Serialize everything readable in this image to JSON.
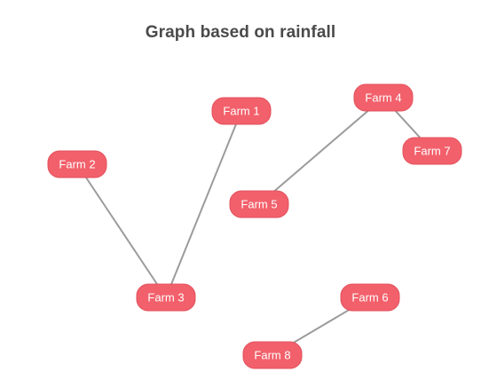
{
  "title": "Graph based on rainfall",
  "colors": {
    "node_fill": "#f2606b",
    "node_stroke": "#e2515c",
    "node_text": "#ffffff",
    "edge": "#9b9b9b",
    "title": "#4a4a4a",
    "background": "#ffffff"
  },
  "nodes": [
    {
      "id": "farm1",
      "label": "Farm 1"
    },
    {
      "id": "farm2",
      "label": "Farm 2"
    },
    {
      "id": "farm3",
      "label": "Farm 3"
    },
    {
      "id": "farm4",
      "label": "Farm 4"
    },
    {
      "id": "farm5",
      "label": "Farm 5"
    },
    {
      "id": "farm6",
      "label": "Farm 6"
    },
    {
      "id": "farm7",
      "label": "Farm 7"
    },
    {
      "id": "farm8",
      "label": "Farm 8"
    }
  ],
  "edges": [
    {
      "from": "farm1",
      "to": "farm3"
    },
    {
      "from": "farm2",
      "to": "farm3"
    },
    {
      "from": "farm4",
      "to": "farm5"
    },
    {
      "from": "farm4",
      "to": "farm7"
    },
    {
      "from": "farm6",
      "to": "farm8"
    }
  ]
}
